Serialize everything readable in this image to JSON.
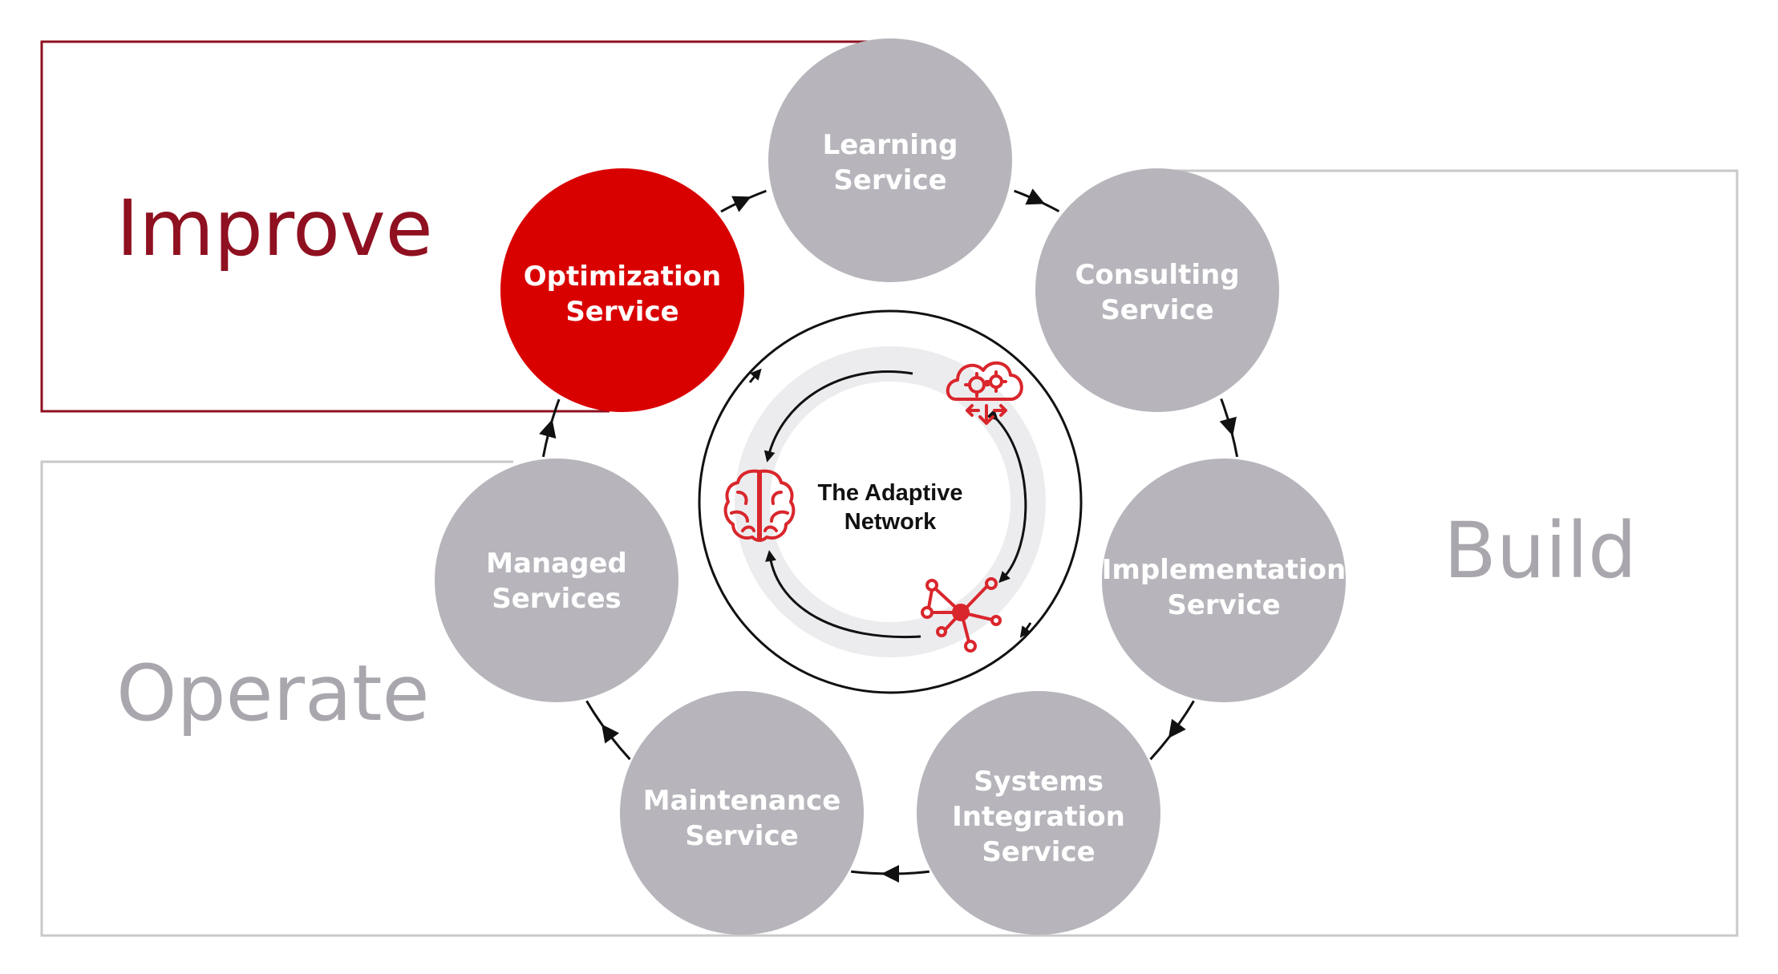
{
  "phases": {
    "improve": "Improve",
    "build": "Build",
    "operate": "Operate"
  },
  "center": {
    "title_line1": "The Adaptive",
    "title_line2": "Network"
  },
  "services": [
    {
      "line1": "Learning",
      "line2": "Service"
    },
    {
      "line1": "Consulting",
      "line2": "Service"
    },
    {
      "line1": "Implementation",
      "line2": "Service"
    },
    {
      "line1": "Systems",
      "line2": "Integration",
      "line3": "Service"
    },
    {
      "line1": "Maintenance",
      "line2": "Service"
    },
    {
      "line1": "Managed",
      "line2": "Services"
    },
    {
      "line1": "Optimization",
      "line2": "Service"
    }
  ],
  "icons": [
    "cloud-gears-icon",
    "brain-icon",
    "network-nodes-icon"
  ],
  "colors": {
    "improve_red": "#8f1020",
    "highlight_red": "#d90000",
    "icon_red": "#d9262c",
    "node_gray": "#b7b5bb",
    "phase_gray": "#a9a7ad",
    "box_gray": "#c9c9c9"
  }
}
